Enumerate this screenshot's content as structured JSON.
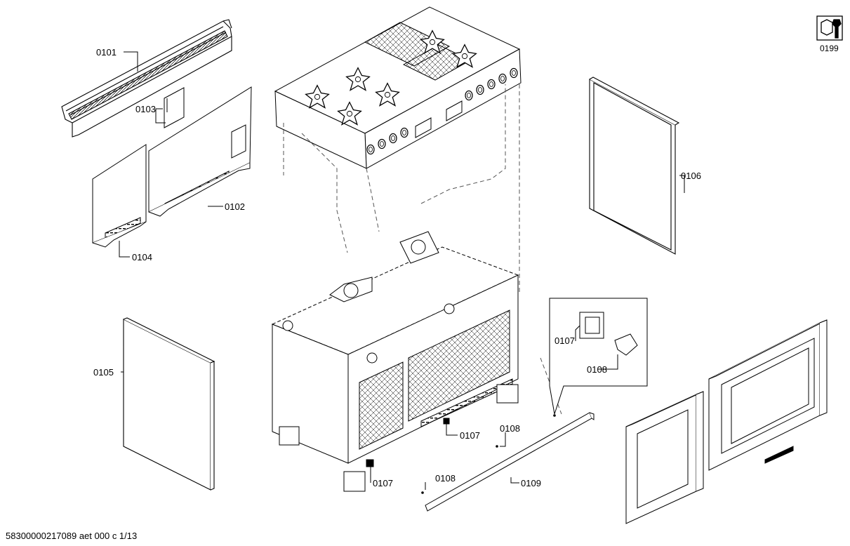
{
  "diagram": {
    "part_labels": {
      "p0101": "0101",
      "p0102": "0102",
      "p0103": "0103",
      "p0104": "0104",
      "p0105": "0105",
      "p0106": "0106",
      "p0107_detail": "0107",
      "p0107_base_right": "0107",
      "p0107_base_front": "0107",
      "p0108_detail": "0108",
      "p0108_upper": "0108",
      "p0108_lower": "0108",
      "p0109": "0109",
      "p0199": "0199"
    },
    "service_icon": "wrench-nut-icon",
    "footer_text": "58300000217089 aet 000 c 1/13"
  },
  "colors": {
    "line": "#000000",
    "dash": "#555555",
    "background": "#ffffff"
  }
}
